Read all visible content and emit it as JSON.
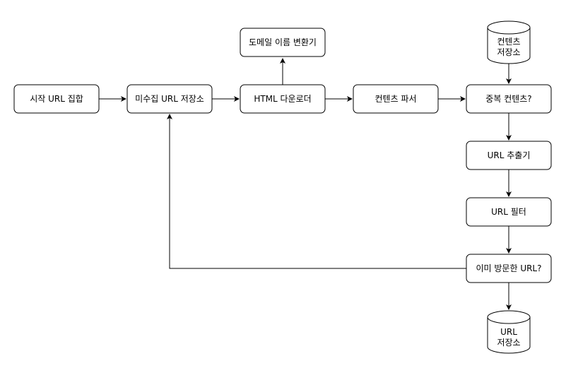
{
  "nodes": {
    "start_url_set": "시작 URL 집합",
    "unvisited_url_store": "미수집 URL 저장소",
    "html_downloader": "HTML 다운로더",
    "dns_resolver": "도메일 이름 변환기",
    "content_parser": "컨텐츠 파서",
    "duplicate_content": "중복 컨텐츠?",
    "content_store": [
      "컨텐츠",
      "저장소"
    ],
    "url_extractor": "URL 추출기",
    "url_filter": "URL 필터",
    "already_visited": "이미 방문한 URL?",
    "url_store": [
      "URL",
      "저장소"
    ]
  }
}
